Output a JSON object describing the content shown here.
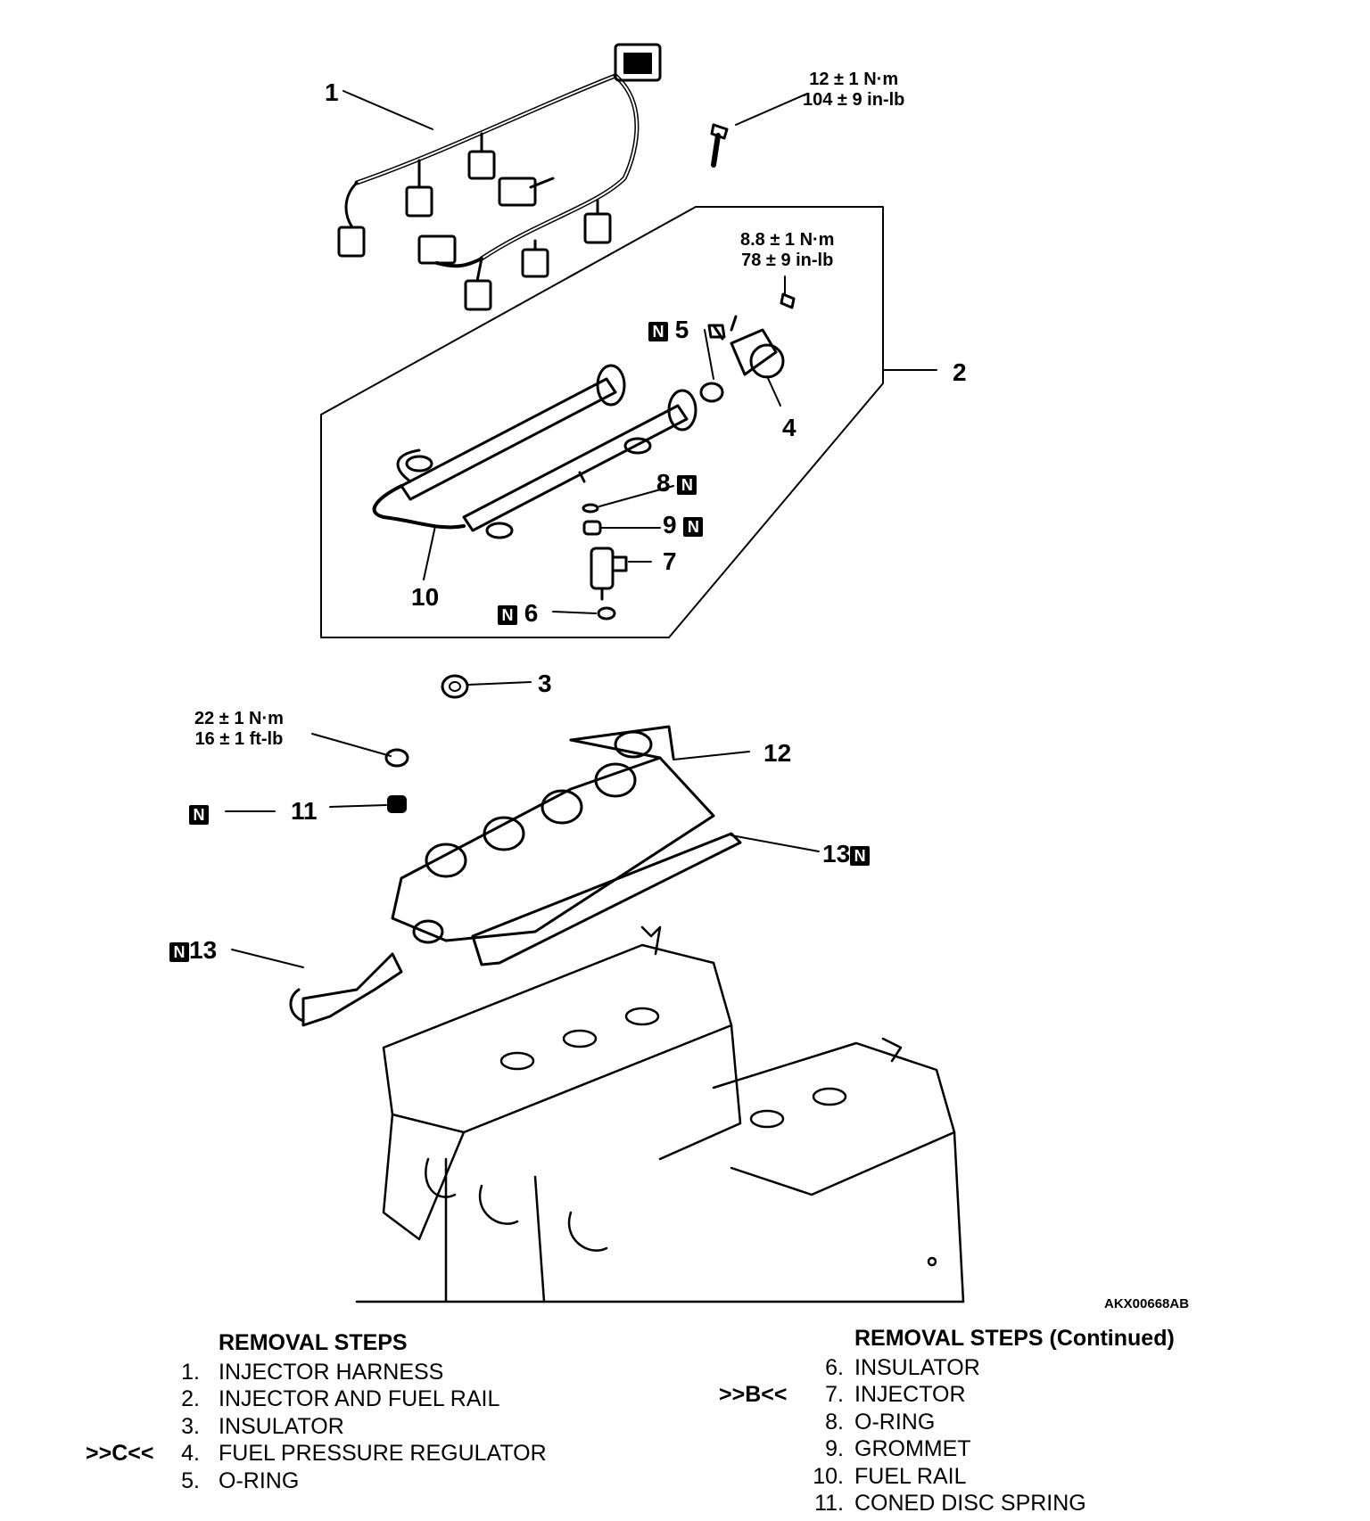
{
  "callouts": {
    "c1": "1",
    "c2": "2",
    "c3": "3",
    "c4": "4",
    "c5": "5",
    "c6": "6",
    "c7": "7",
    "c8": "8",
    "c9": "9",
    "c10": "10",
    "c11": "11",
    "c12": "12",
    "c13a": "13",
    "c13b": "13",
    "n_badge": "N"
  },
  "torques": {
    "t1_line1": "12 ± 1 N·m",
    "t1_line2": "104 ± 9 in-lb",
    "t2_line1": "8.8 ± 1 N·m",
    "t2_line2": "78 ± 9 in-lb",
    "t3_line1": "22 ± 1 N·m",
    "t3_line2": "16 ± 1 ft-lb"
  },
  "figure_code": "AKX00668AB",
  "removal_steps": {
    "title": "REMOVAL STEPS",
    "items": [
      {
        "num": "1.",
        "label": "INJECTOR HARNESS",
        "mark": ""
      },
      {
        "num": "2.",
        "label": "INJECTOR AND FUEL RAIL",
        "mark": ""
      },
      {
        "num": "3.",
        "label": "INSULATOR",
        "mark": ""
      },
      {
        "num": "4.",
        "label": "FUEL PRESSURE REGULATOR",
        "mark": ">>C<<"
      },
      {
        "num": "5.",
        "label": "O-RING",
        "mark": ""
      }
    ]
  },
  "removal_steps_continued": {
    "title": "REMOVAL STEPS (Continued)",
    "items": [
      {
        "num": "6.",
        "label": "INSULATOR",
        "mark": ""
      },
      {
        "num": "7.",
        "label": "INJECTOR",
        "mark": ">>B<<"
      },
      {
        "num": "8.",
        "label": "O-RING",
        "mark": ""
      },
      {
        "num": "9.",
        "label": "GROMMET",
        "mark": ""
      },
      {
        "num": "10.",
        "label": "FUEL RAIL",
        "mark": ""
      },
      {
        "num": "11.",
        "label": "CONED DISC SPRING",
        "mark": ""
      }
    ]
  }
}
